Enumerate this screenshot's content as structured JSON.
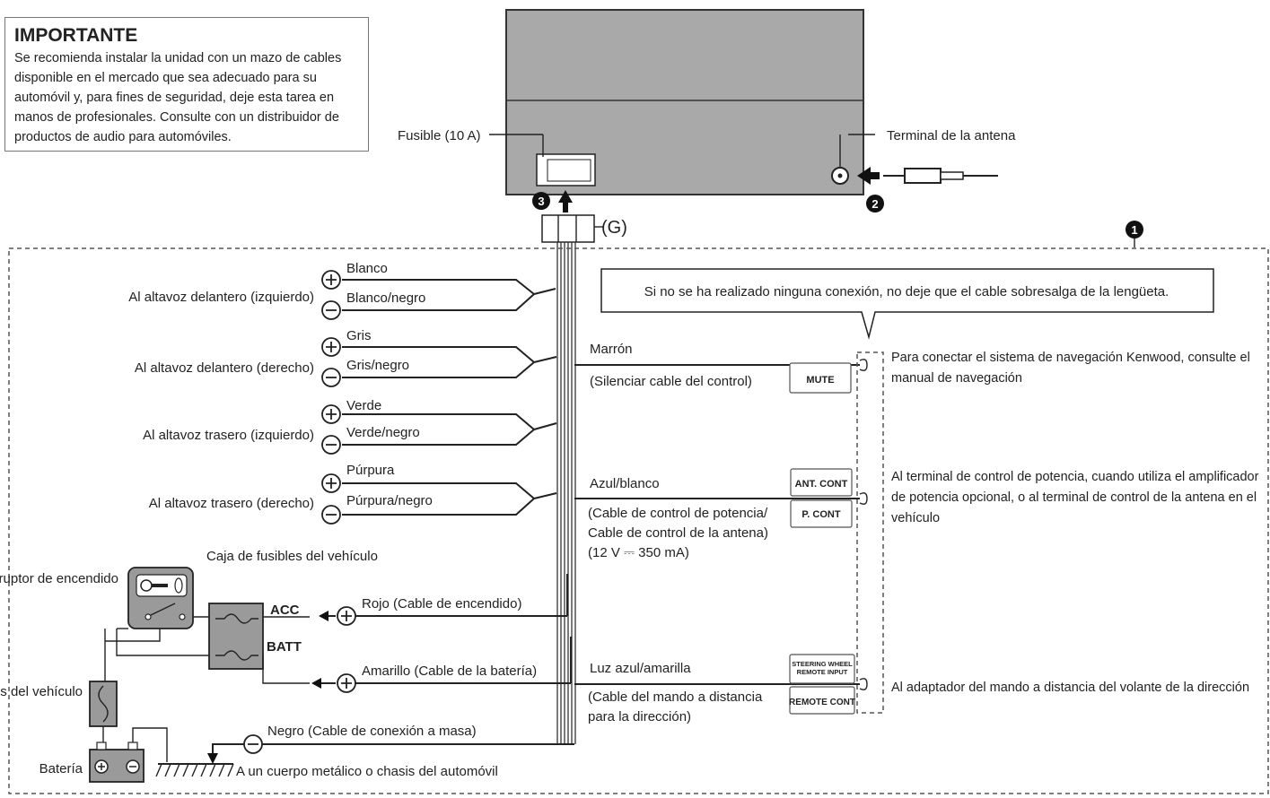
{
  "important": {
    "title": "IMPORTANTE",
    "text": "Se recomienda instalar la unidad con un mazo de cables disponible en el mercado que sea adecuado para su automóvil y, para fines de seguridad, deje esta tarea en manos de profesionales. Consulte con un distribuidor de productos de audio para automóviles."
  },
  "unit": {
    "fuse_label": "Fusible (10 A)",
    "antenna_label": "Terminal de la antena",
    "g_label": "(G)"
  },
  "markers": {
    "m1": "1",
    "m2": "2",
    "m3": "3"
  },
  "callout": "Si no se ha realizado ninguna conexión, no deje que el cable sobresalga de la lengüeta.",
  "speakers": [
    {
      "dest": "Al altavoz delantero (izquierdo)",
      "plus": "Blanco",
      "minus": "Blanco/negro"
    },
    {
      "dest": "Al altavoz delantero (derecho)",
      "plus": "Gris",
      "minus": "Gris/negro"
    },
    {
      "dest": "Al altavoz trasero (izquierdo)",
      "plus": "Verde",
      "minus": "Verde/negro"
    },
    {
      "dest": "Al altavoz trasero (derecho)",
      "plus": "Púrpura",
      "minus": "Púrpura/negro"
    }
  ],
  "power": {
    "ignition_switch": "Interruptor de encendido",
    "fuse_box_top": "Caja de fusibles del vehículo",
    "acc": "ACC",
    "batt": "BATT",
    "fuse_box_left": "Caja de fusibles del vehículo",
    "battery": "Batería",
    "red": "Rojo (Cable de encendido)",
    "yellow": "Amarillo (Cable de la batería)",
    "black": "Negro (Cable de conexión a masa)",
    "ground": "A un cuerpo metálico o chasis del automóvil"
  },
  "right_wires": [
    {
      "color": "Marrón",
      "desc": "(Silenciar cable del control)",
      "tags": [
        "MUTE"
      ],
      "note": "Para conectar el sistema de navegación Kenwood, consulte el manual de navegación"
    },
    {
      "color": "Azul/blanco",
      "desc": "(Cable de control de potencia/ Cable de control de la antena) (12 V ⎓ 350 mA)",
      "tags": [
        "ANT. CONT",
        "P. CONT"
      ],
      "note": "Al terminal de control de potencia, cuando utiliza el amplificador de potencia opcional, o al terminal de control de la antena en el vehículo"
    },
    {
      "color": "Luz azul/amarilla",
      "desc": "(Cable del mando a distancia para la dirección)",
      "tags": [
        "STEERING WHEEL REMOTE INPUT",
        "REMOTE CONT"
      ],
      "note": "Al adaptador del mando a distancia del volante de la dirección"
    }
  ]
}
